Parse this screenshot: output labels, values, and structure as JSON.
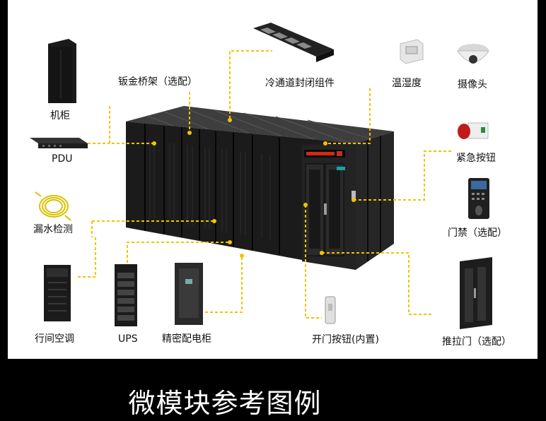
{
  "labels": {
    "cabinet": "机柜",
    "pdu": "PDU",
    "leak_detection": "漏水检测",
    "inrow_ac": "行间空调",
    "ups": "UPS",
    "precision_pdc": "精密配电柜",
    "cable_tray": "钣金桥架（选配）",
    "cold_aisle_kit": "冷通道封闭组件",
    "temp_humidity": "温湿度",
    "camera": "摄像头",
    "emergency_button": "紧急按钮",
    "access_control": "门禁（选配）",
    "exit_button": "开门按钮(内置)",
    "sliding_door": "推拉门（选配）"
  },
  "caption": "微模块参考图例",
  "colors": {
    "leader_line": "#f3c300",
    "panel_bg": "#ffffff",
    "page_bg": "#000000",
    "cabinet": "#1c1c1c",
    "display": "#d22a10"
  }
}
